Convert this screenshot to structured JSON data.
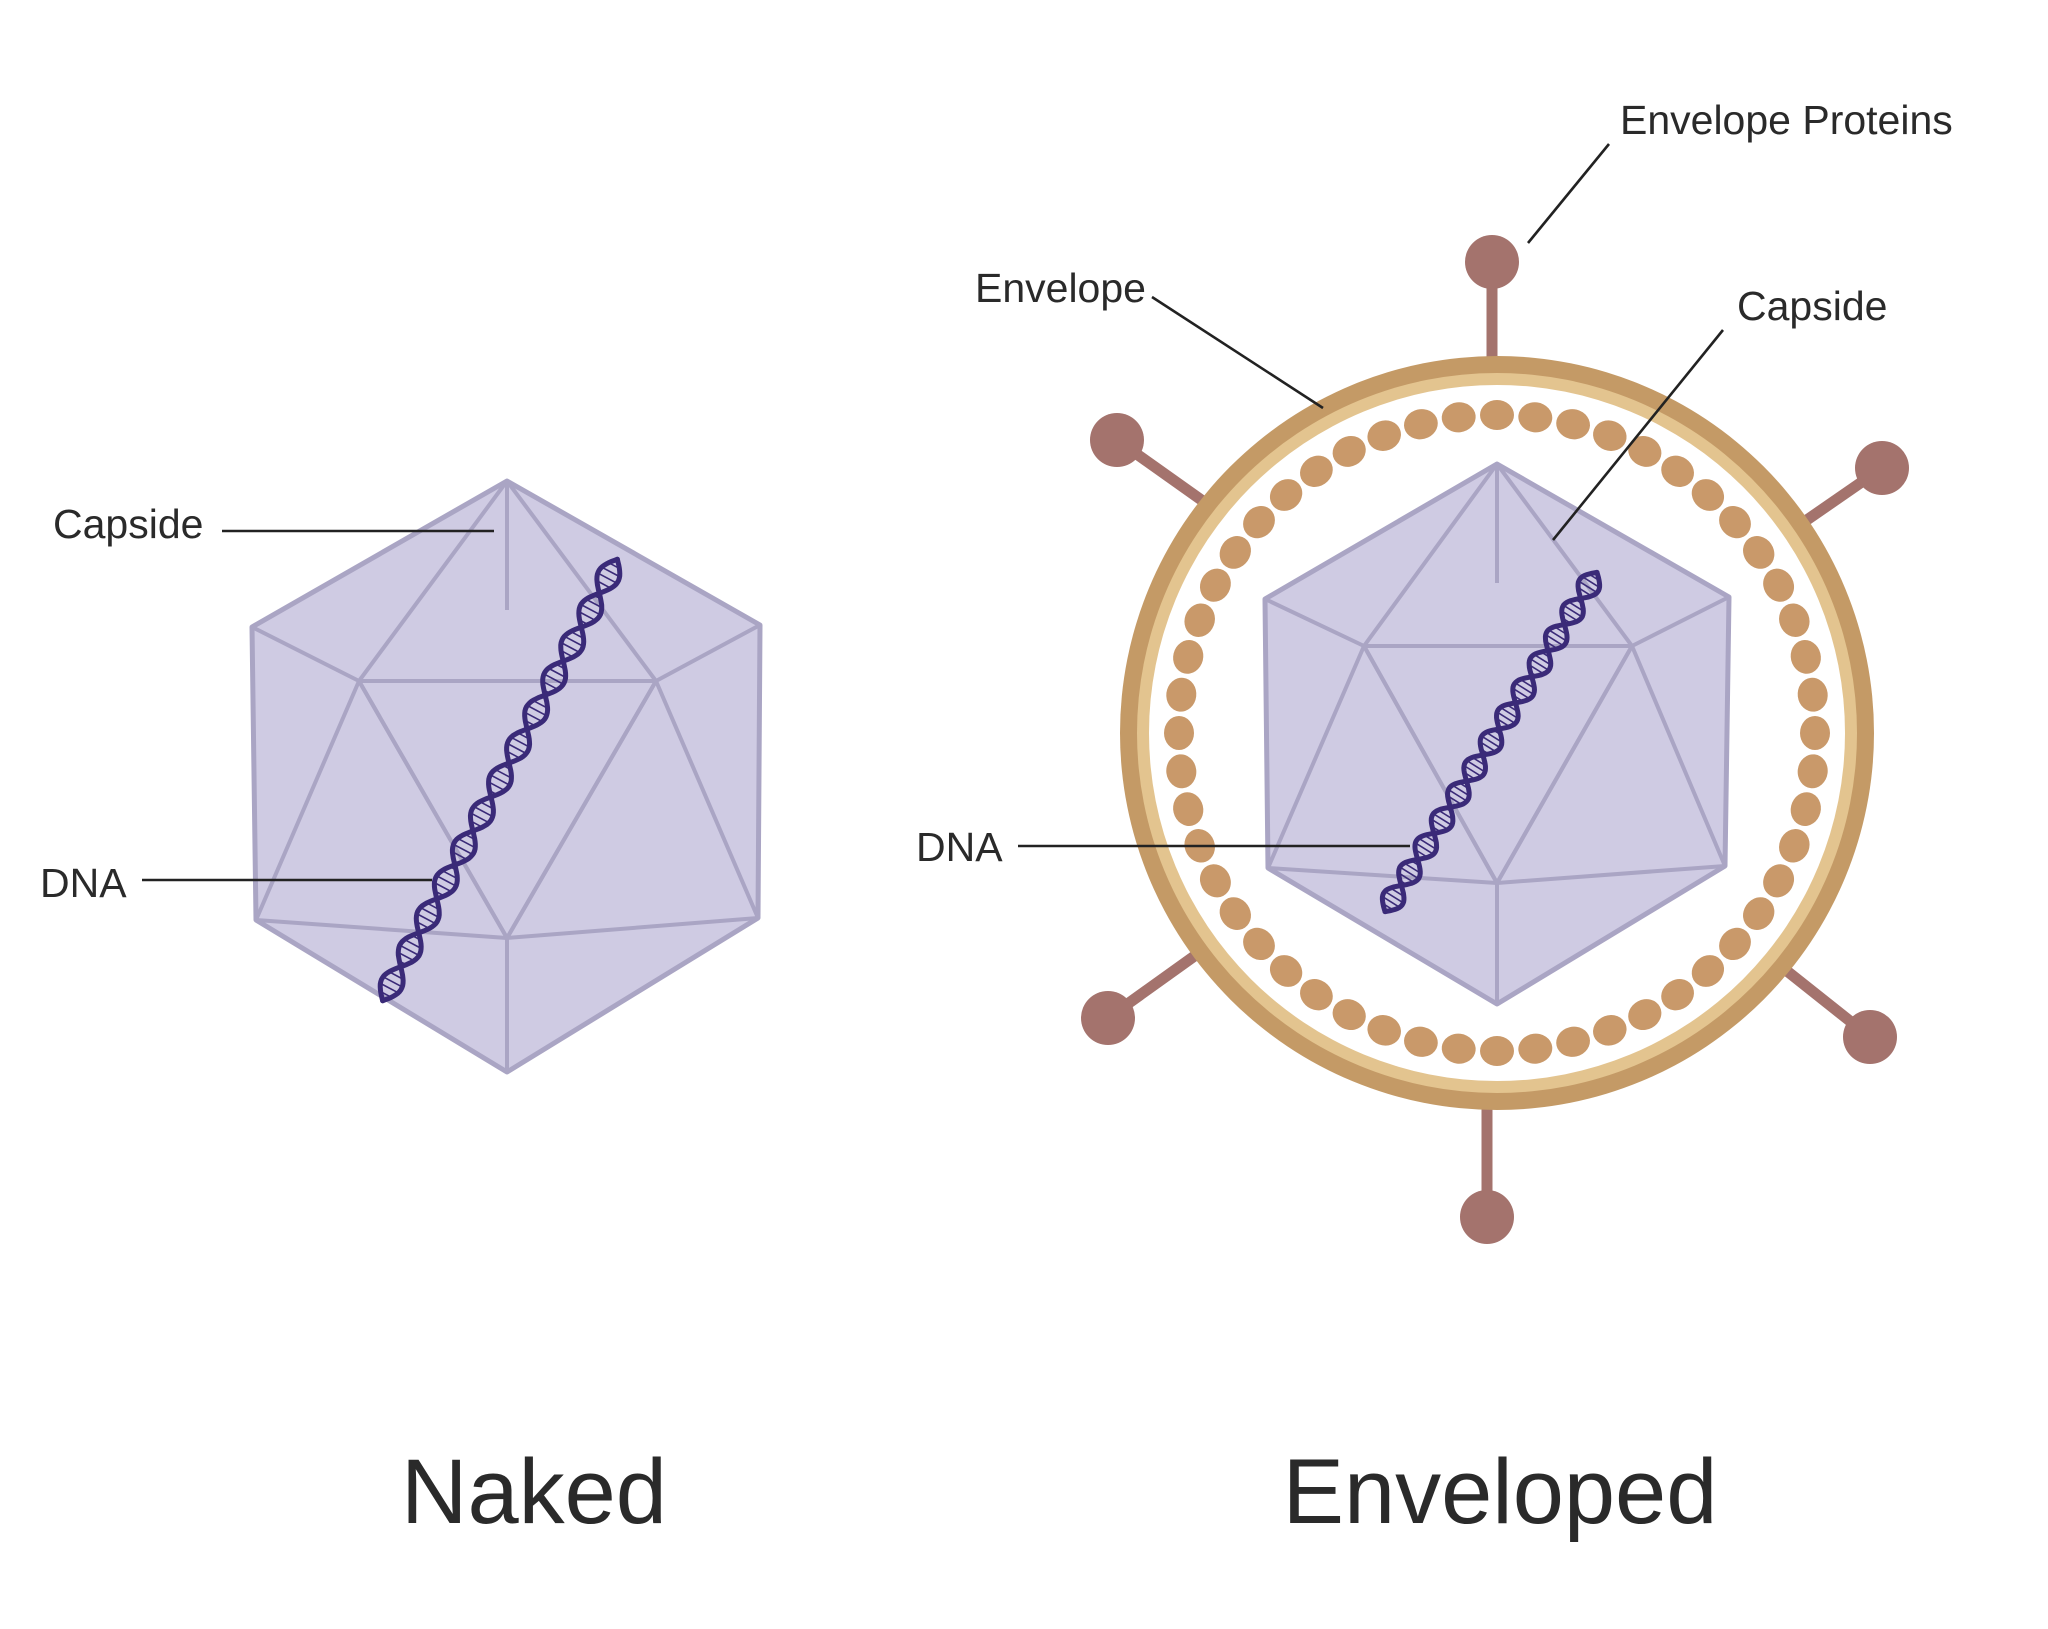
{
  "naked": {
    "title": "Naked",
    "labels": {
      "capside": "Capside",
      "dna": "DNA"
    }
  },
  "enveloped": {
    "title": "Enveloped",
    "labels": {
      "envelope_proteins": "Envelope Proteins",
      "envelope": "Envelope",
      "capside": "Capside",
      "dna": "DNA"
    }
  },
  "colors": {
    "capsid_fill": "#cfcbe3",
    "capsid_edge": "#aaa5c4",
    "dna": "#3a2a78",
    "envelope_outer": "#c49a66",
    "envelope_inner": "#e3c48f",
    "matrix_bead": "#c9996a",
    "spike": "#a4736d"
  }
}
